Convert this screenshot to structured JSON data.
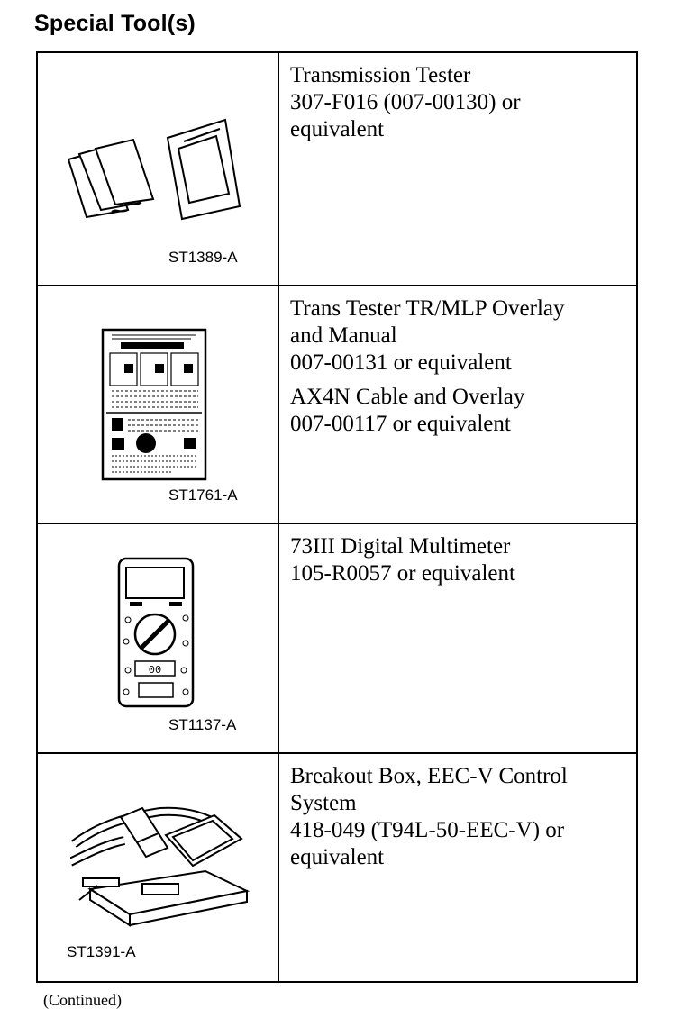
{
  "title": "Special Tool(s)",
  "tools": [
    {
      "code": "ST1389-A",
      "icon": "transmission-tester-icon",
      "lines": [
        "Transmission Tester",
        "307-F016 (007-00130) or",
        "equivalent"
      ]
    },
    {
      "code": "ST1761-A",
      "icon": "overlay-manual-icon",
      "lines": [
        "Trans Tester TR/MLP Overlay",
        "and Manual",
        "007-00131 or equivalent"
      ],
      "lines2": [
        "AX4N Cable and Overlay",
        "007-00117 or equivalent"
      ]
    },
    {
      "code": "ST1137-A",
      "icon": "digital-multimeter-icon",
      "lines": [
        "73III Digital Multimeter",
        "105-R0057 or equivalent"
      ],
      "display": "00"
    },
    {
      "code": "ST1391-A",
      "icon": "breakout-box-icon",
      "lines": [
        "Breakout Box, EEC-V Control",
        "System",
        "418-049 (T94L-50-EEC-V) or",
        "equivalent"
      ]
    }
  ],
  "footer": "(Continued)"
}
